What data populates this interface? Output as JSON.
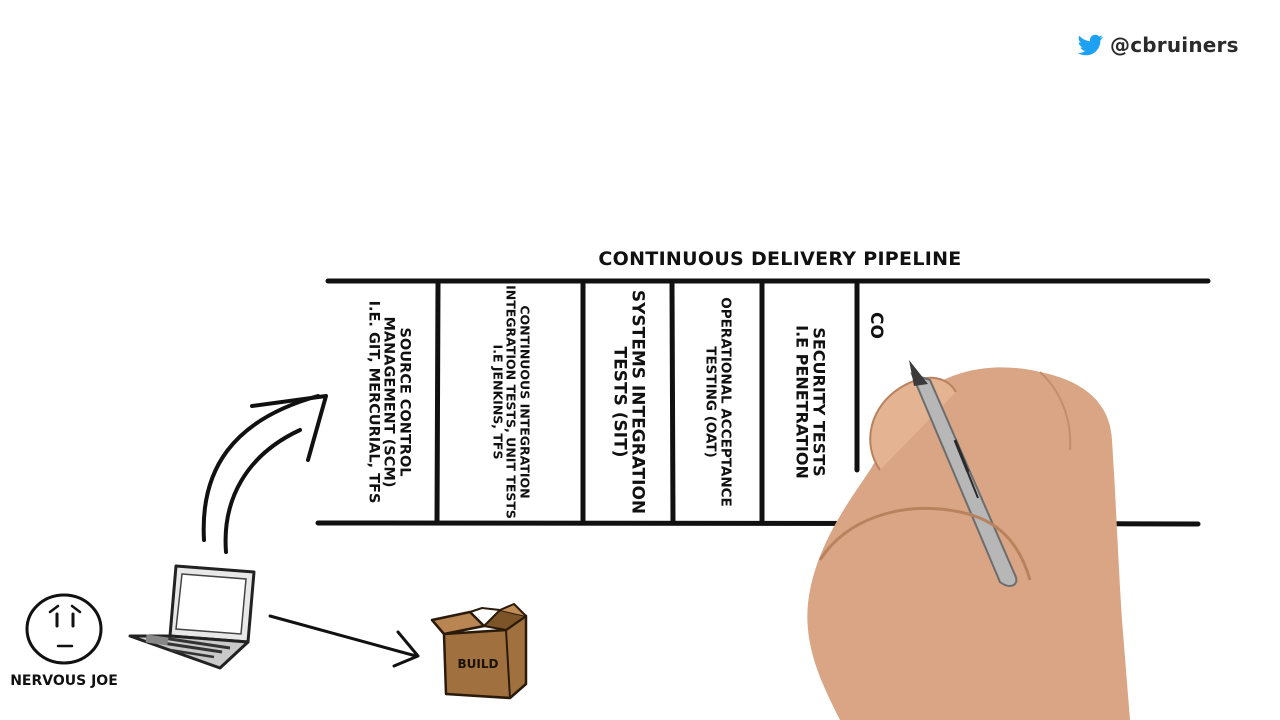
{
  "handle": {
    "text": "@cbruiners",
    "icon": "twitter-bird-icon",
    "icon_color": "#1DA1F2"
  },
  "pipeline": {
    "title": "CONTINUOUS DELIVERY PIPELINE",
    "stages": [
      {
        "lines": [
          "SOURCE CONTROL",
          "MANAGEMENT (SCM)",
          "I.E. GIT, MERCURIAL, TFS"
        ]
      },
      {
        "lines": [
          "CONTINUOUS INTEGRATION",
          "INTEGRATION TESTS, UNIT TESTS",
          "I.E JENKINS, TFS"
        ]
      },
      {
        "lines": [
          "SYSTEMS INTEGRATION",
          "TESTS (SIT)"
        ]
      },
      {
        "lines": [
          "OPERATIONAL ACCEPTANCE",
          "TESTING (OAT)"
        ]
      },
      {
        "lines": [
          "SECURITY TESTS",
          "I.E PENETRATION"
        ]
      }
    ],
    "partial_label": "CO"
  },
  "character": {
    "label": "NERVOUS JOE"
  },
  "box": {
    "label": "BUILD",
    "color": "#a0713f"
  }
}
